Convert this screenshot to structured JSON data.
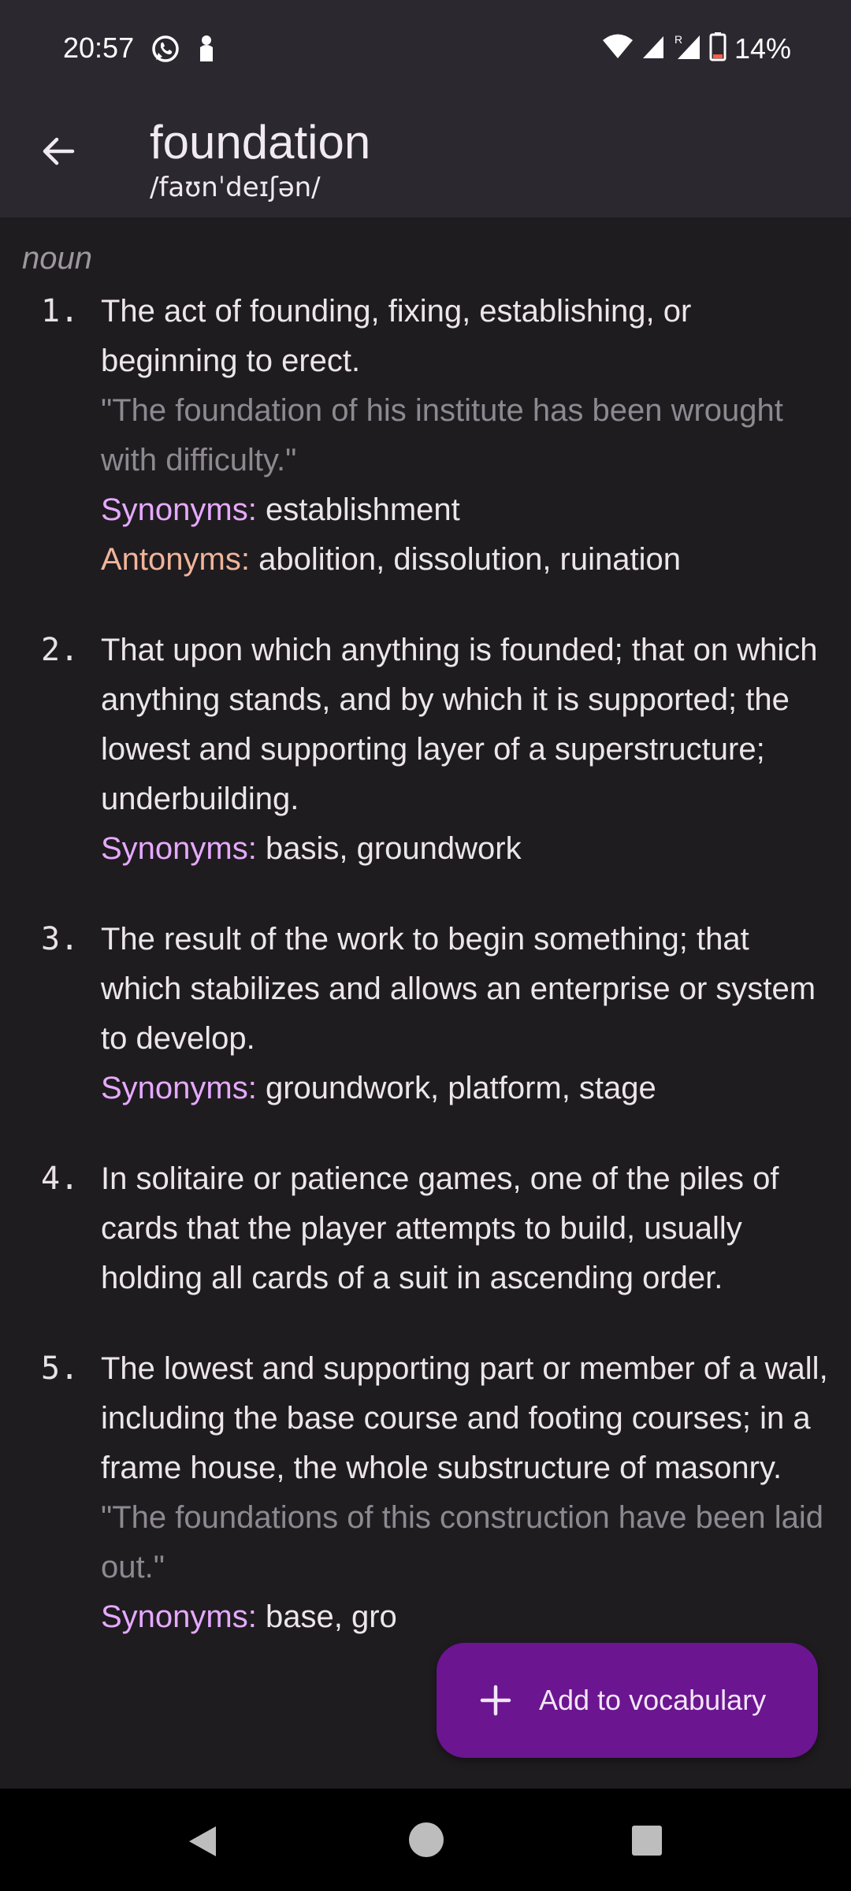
{
  "status": {
    "time": "20:57",
    "battery": "14%",
    "left_icons": [
      "whatsapp-icon",
      "notification-icon"
    ],
    "right_icons": [
      "wifi-icon",
      "signal-icon",
      "roaming-signal-icon",
      "battery-icon"
    ]
  },
  "app_bar": {
    "word": "foundation",
    "pronunciation": "/faʊnˈdeɪʃən/",
    "back_icon": "arrow-back-icon"
  },
  "entry": {
    "part_of_speech": "noun",
    "definitions": [
      {
        "number": "1.",
        "text": "The act of founding, fixing, establishing, or beginning to erect.",
        "example": "\"The foundation of his institute has been wrought with difficulty.\"",
        "synonyms_label": "Synonyms:",
        "synonyms": "establishment",
        "antonyms_label": "Antonyms:",
        "antonyms": "abolition, dissolution, ruination"
      },
      {
        "number": "2.",
        "text": "That upon which anything is founded; that on which anything stands, and by which it is supported; the lowest and supporting layer of a superstructure; underbuilding.",
        "synonyms_label": "Synonyms:",
        "synonyms": "basis, groundwork"
      },
      {
        "number": "3.",
        "text": "The result of the work to begin something; that which stabilizes and allows an enterprise or system to develop.",
        "synonyms_label": "Synonyms:",
        "synonyms": "groundwork, platform, stage"
      },
      {
        "number": "4.",
        "text": "In solitaire or patience games, one of the piles of cards that the player attempts to build, usually holding all cards of a suit in ascending order."
      },
      {
        "number": "5.",
        "text": "The lowest and supporting part or member of a wall, including the base course and footing courses; in a frame house, the whole substructure of masonry.",
        "example": "\"The foundations of this construction have been laid out.\"",
        "synonyms_label": "Synonyms:",
        "synonyms": "base, gro"
      }
    ]
  },
  "fab": {
    "label": "Add to vocabulary",
    "icon": "plus-icon"
  },
  "colors": {
    "background": "#1f1c20",
    "app_bar": "#2b2830",
    "synonyms": "#e7a9ff",
    "antonyms": "#f0b59a",
    "example": "#8e8890",
    "fab": "#6b1591"
  }
}
